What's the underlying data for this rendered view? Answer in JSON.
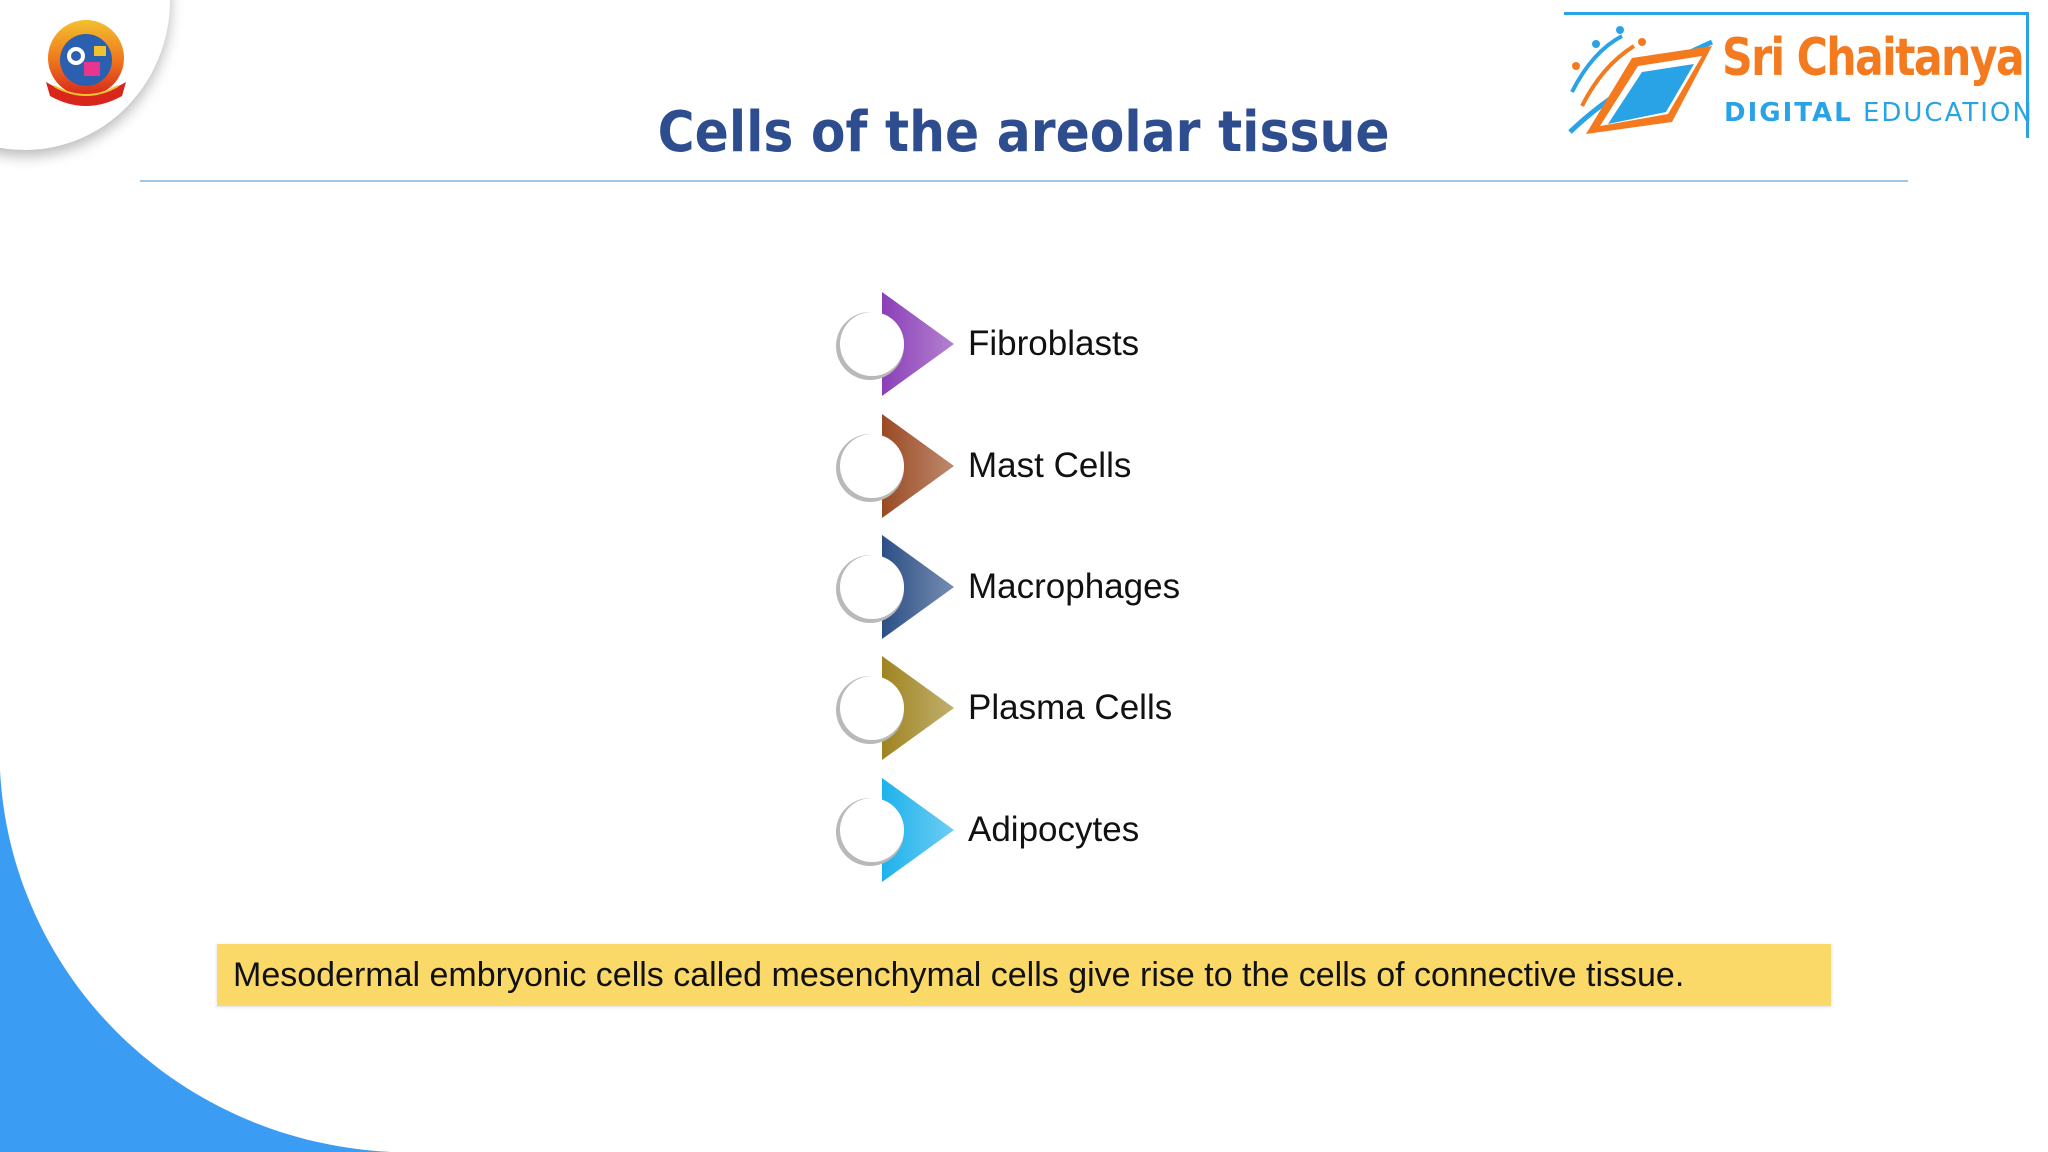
{
  "title": "Cells of the areolar tissue",
  "brand": {
    "name": "Sri Chaitanya",
    "subtitle_bold": "DIGITAL",
    "subtitle_rest": " EDUCATION",
    "colors": {
      "orange": "#f47a20",
      "blue": "#2aa3e6"
    }
  },
  "emblem": {
    "icon": "institution-emblem-icon"
  },
  "cells": [
    {
      "label": "Fibroblasts",
      "color": "#8b3fb8"
    },
    {
      "label": "Mast Cells",
      "color": "#9a4a22"
    },
    {
      "label": "Macrophages",
      "color": "#2c4f86"
    },
    {
      "label": "Plasma Cells",
      "color": "#9f8420"
    },
    {
      "label": "Adipocytes",
      "color": "#1eb2ec"
    }
  ],
  "note": "Mesodermal embryonic cells called mesenchymal cells give rise to the cells of connective tissue.",
  "colors": {
    "title": "#2e4d8f",
    "callout_bg": "#fbd968",
    "corner_blue": "#3a9cf2"
  }
}
